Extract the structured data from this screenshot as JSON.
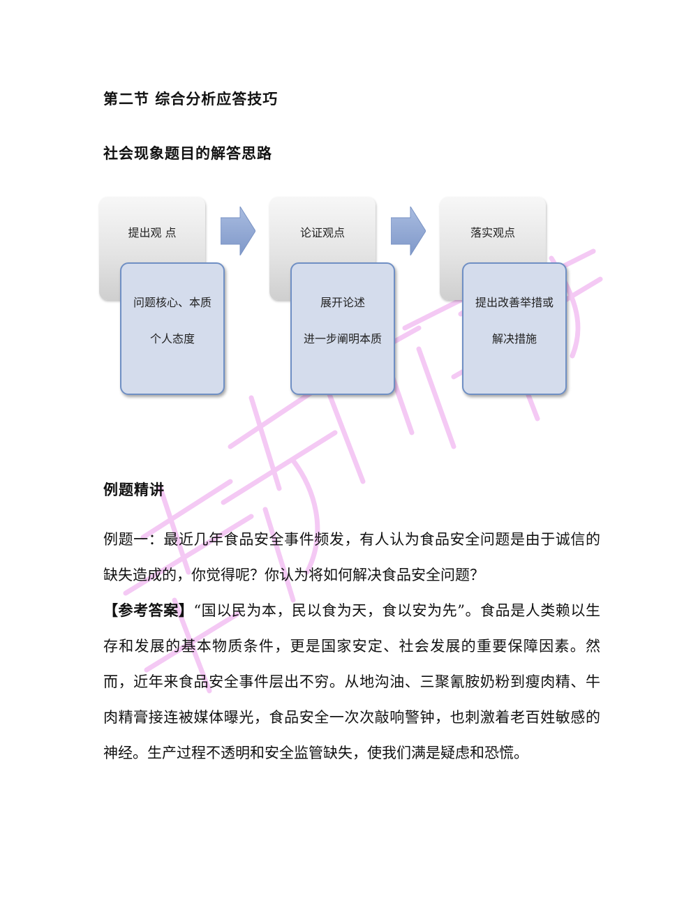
{
  "section_title": "第二节  综合分析应答技巧",
  "sub_title": "社会现象题目的解答思路",
  "diagram": {
    "steps": [
      {
        "title": "提出观  点",
        "line1": "问题核心、本质",
        "line2": "个人态度"
      },
      {
        "title": "论证观点",
        "line1": "展开论述",
        "line2": "进一步阐明本质"
      },
      {
        "title": "落实观点",
        "line1": "提出改善举措或",
        "line2": "解决措施"
      }
    ],
    "colors": {
      "arrow": "#8fa6d4",
      "front_fill": "#d4dcec",
      "front_border": "#6f8fc4"
    }
  },
  "examples_title": "例题精讲",
  "example1": {
    "question": "例题一：最近几年食品安全事件频发，有人认为食品安全问题是由于诚信的缺失造成的，你觉得呢？你认为将如何解决食品安全问题？",
    "answer_label": "【参考答案】",
    "answer_text": "“国以民为本，民以食为天，食以安为先”。食品是人类赖以生存和发展的基本物质条件，更是国家安定、社会发展的重要保障因素。然而，近年来食品安全事件层出不穷。从地沟油、三聚氰胺奶粉到瘦肉精、牛肉精膏接连被媒体曝光，食品安全一次次敲响警钟，也刺激着老百姓敏感的神经。生产过程不透明和安全监管缺失，使我们满是疑虑和恐慌。"
  },
  "watermark": {
    "color": "#f0a8f0"
  }
}
